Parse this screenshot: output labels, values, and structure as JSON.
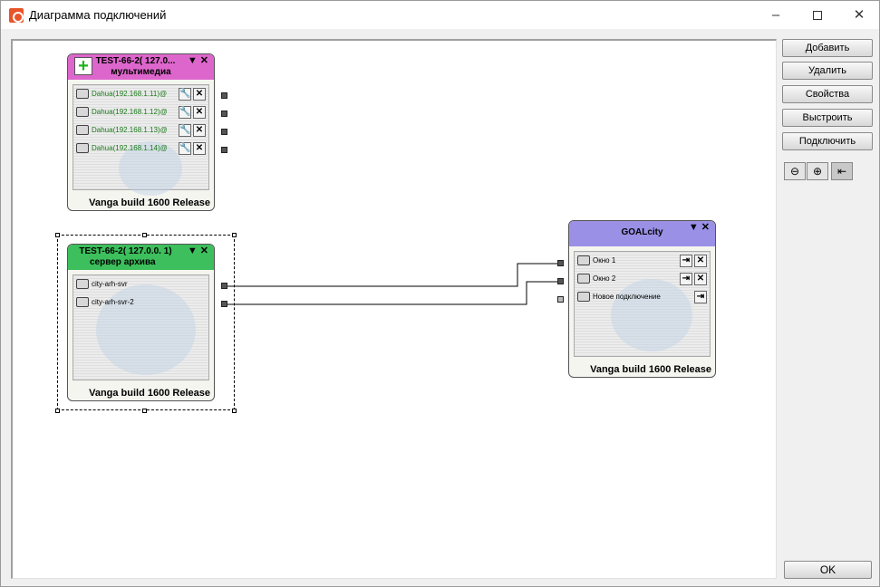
{
  "window": {
    "title": "Диаграмма подключений",
    "minimize_glyph": "–",
    "close_glyph": "✕"
  },
  "nodes": {
    "multimedia": {
      "title1": "TEST-66-2( 127.0...",
      "title2": "мультимедиа",
      "header_color": "#dd66cc",
      "footer": "Vanga build  1600 Release",
      "rows": [
        {
          "label": "Dahua(192.168.1.11)@"
        },
        {
          "label": "Dahua(192.168.1.12)@"
        },
        {
          "label": "Dahua(192.168.1.13)@"
        },
        {
          "label": "Dahua(192.168.1.14)@"
        }
      ]
    },
    "archive": {
      "title1": "TEST-66-2( 127.0.0. 1)",
      "title2": "сервер архива",
      "header_color": "#3cbf5c",
      "footer": "Vanga build  1600 Release",
      "rows": [
        {
          "label": "city-arh-svr"
        },
        {
          "label": "city-arh-svr-2"
        }
      ]
    },
    "goalcity": {
      "title1": "GOALcity",
      "header_color": "#9a90e6",
      "footer": "Vanga build  1600 Release",
      "rows": [
        {
          "label": "Окно 1"
        },
        {
          "label": "Окно 2"
        },
        {
          "label": "Новое подключение"
        }
      ]
    }
  },
  "sidebar": {
    "add": "Добавить",
    "delete": "Удалить",
    "properties": "Свойства",
    "arrange": "Выстроить",
    "connect": "Подключить"
  },
  "ok": "OK",
  "icons": {
    "add": "plus-icon",
    "menu": "menu-arrow-icon",
    "close": "close-icon",
    "settings": "wrench-icon",
    "delete": "delete-icon",
    "zoom_out": "zoom-out-icon",
    "zoom_in": "zoom-in-icon",
    "fit": "fit-icon",
    "camera": "camera-icon",
    "server": "server-icon",
    "monitor": "monitor-icon",
    "connect": "connect-icon"
  }
}
